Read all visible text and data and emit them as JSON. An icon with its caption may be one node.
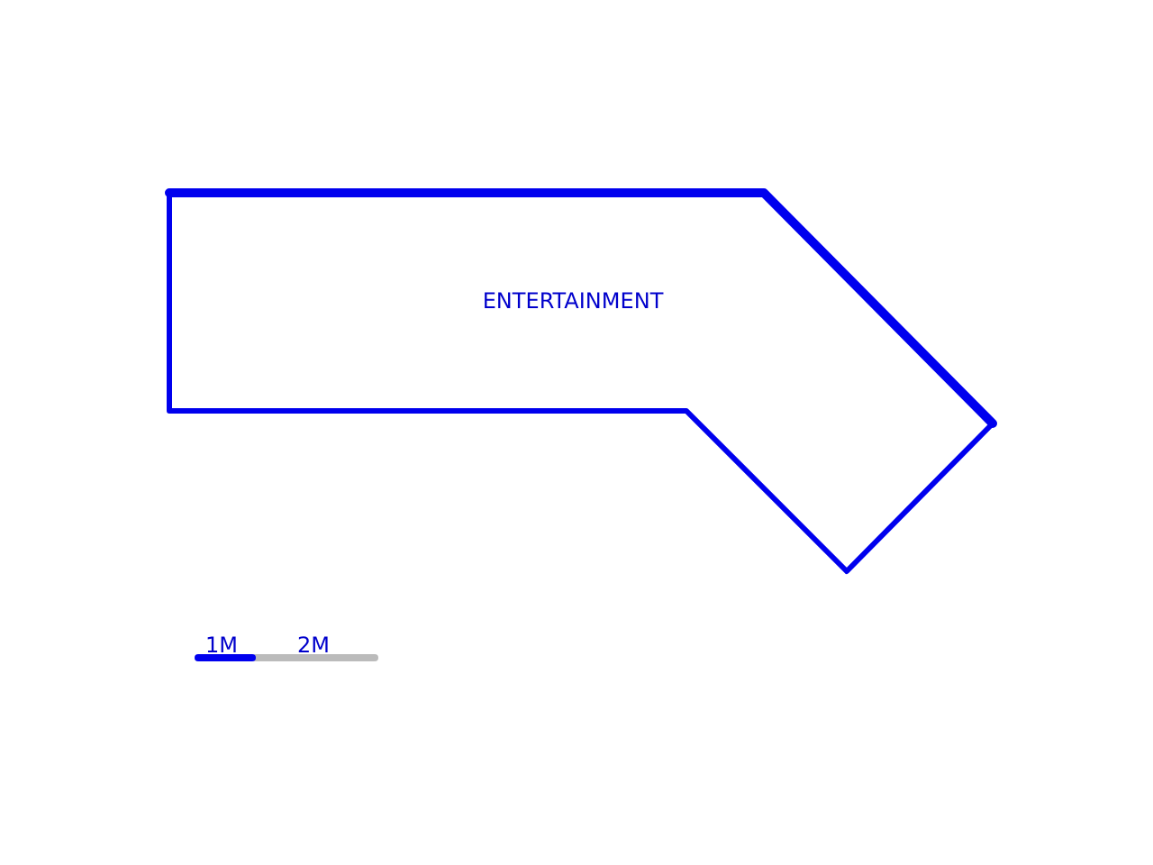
{
  "diagram": {
    "nodes": [
      {
        "text": [
          "ENTERTAINMENT"
        ]
      }
    ],
    "labels": [
      "1M",
      "2M"
    ]
  }
}
